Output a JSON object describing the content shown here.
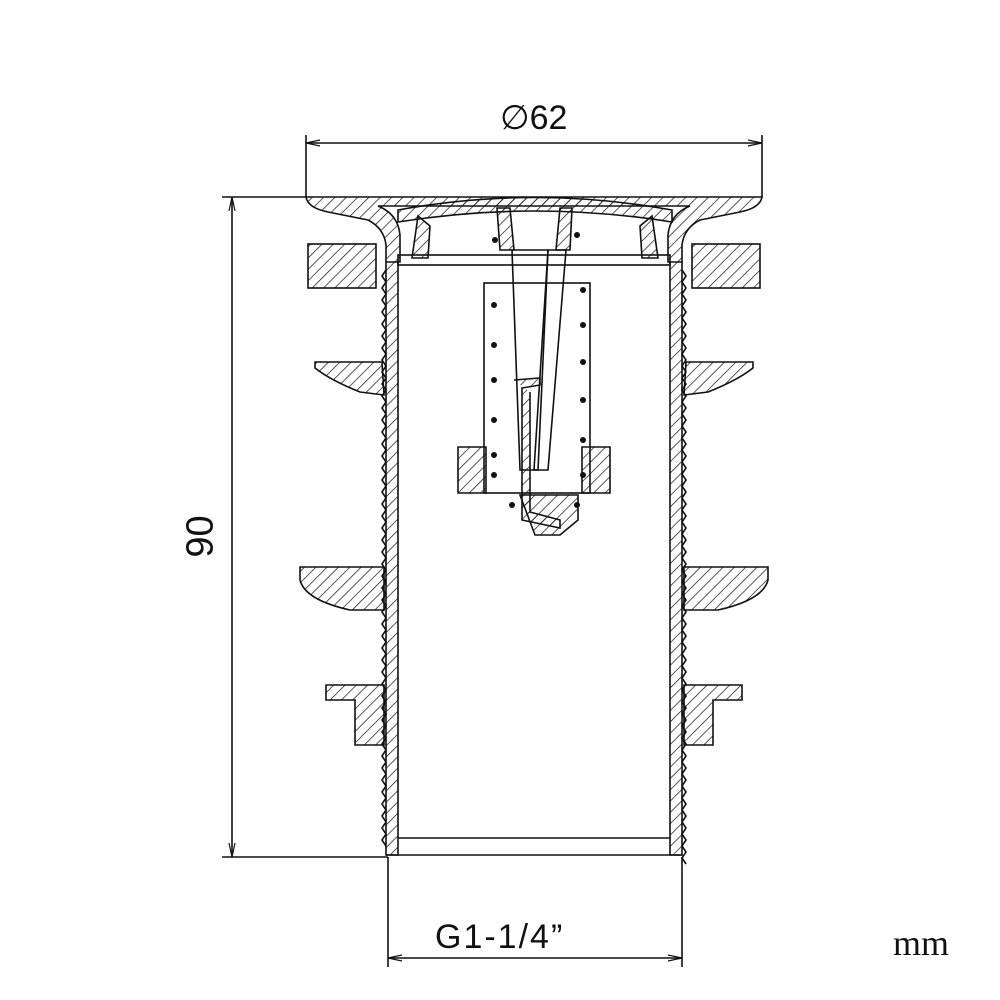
{
  "drawing": {
    "dimension_diameter": "∅62",
    "dimension_height": "90",
    "dimension_thread": "G1-1/4”",
    "unit": "mm",
    "line_color": "#111111",
    "background": "#ffffff"
  }
}
